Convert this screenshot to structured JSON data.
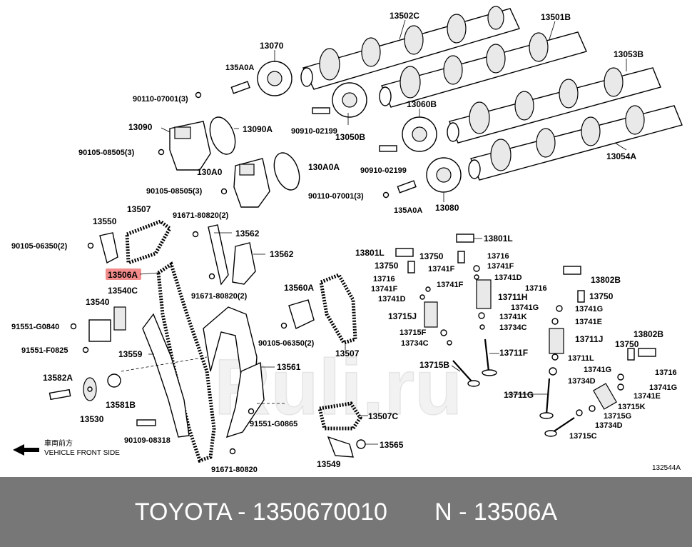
{
  "footer": {
    "text": "TOYOTA - 1350670010       N - 13506A"
  },
  "diagram": {
    "code": "132544A",
    "highlight_color": "#f28b8b",
    "direction_label_line1": "車両前方",
    "direction_label_line2": "VEHICLE FRONT SIDE",
    "watermark": "Ruli.ru",
    "labels": {
      "l13502C": "13502C",
      "l13501B": "13501B",
      "l13053B": "13053B",
      "l13070": "13070",
      "l135A0A_top": "135A0A",
      "l90110_top": "90110-07001(3)",
      "l13090": "13090",
      "l13090A": "13090A",
      "l90105_08505_a": "90105-08505(3)",
      "l130A0": "130A0",
      "l130A0A": "130A0A",
      "l90105_08505_b": "90105-08505(3)",
      "l90910_a": "90910-02199",
      "l13050B": "13050B",
      "l13060B": "13060B",
      "l90910_b": "90910-02199",
      "l90110_b": "90110-07001(3)",
      "l135A0A_b": "135A0A",
      "l13080": "13080",
      "l13054A": "13054A",
      "l13550": "13550",
      "l13507_top": "13507",
      "l91671_a": "91671-80820(2)",
      "l13562_a": "13562",
      "l13562_b": "13562",
      "l90105_06350_a": "90105-06350(2)",
      "l13506A": "13506A",
      "l13540C": "13540C",
      "l91671_b": "91671-80820(2)",
      "l13540": "13540",
      "l91551_G0840": "91551-G0840",
      "l91551_F0825": "91551-F0825",
      "l13559": "13559",
      "l13560A": "13560A",
      "l90105_06350_b": "90105-06350(2)",
      "l13507_mid": "13507",
      "l13561": "13561",
      "l13582A": "13582A",
      "l13581B": "13581B",
      "l13530": "13530",
      "l90109": "90109-08318",
      "l91551_G0865": "91551-G0865",
      "l91671_c": "91671-80820",
      "l13507C": "13507C",
      "l13565": "13565",
      "l13549": "13549",
      "l13801L_a": "13801L",
      "l13801L_b": "13801L",
      "l13750_a": "13750",
      "l13716_a": "13716",
      "l13750_b": "13750",
      "l13741F_a": "13741F",
      "l13716_b": "13716",
      "l13741D_a": "13741D",
      "l13741F_b": "13741F",
      "l13741F_c": "13741F",
      "l13741D_b": "13741D",
      "l13711H": "13711H",
      "l13715J": "13715J",
      "l13741K": "13741K",
      "l13734C_a": "13734C",
      "l13715F": "13715F",
      "l13734C_b": "13734C",
      "l13711F": "13711F",
      "l13715B": "13715B",
      "l13802B_a": "13802B",
      "l13716_c": "13716",
      "l13750_c": "13750",
      "l13741G_a": "13741G",
      "l13741G_b": "13741G",
      "l13741E_a": "13741E",
      "l13711J": "13711J",
      "l13750_d": "13750",
      "l13802B_b": "13802B",
      "l13711L": "13711L",
      "l13741G_c": "13741G",
      "l13716_d": "13716",
      "l13734D_a": "13734D",
      "l13741G_d": "13741G",
      "l13711G": "13711G",
      "l13741E_b": "13741E",
      "l13715K": "13715K",
      "l13715G": "13715G",
      "l13734D_b": "13734D",
      "l13715C": "13715C"
    }
  }
}
